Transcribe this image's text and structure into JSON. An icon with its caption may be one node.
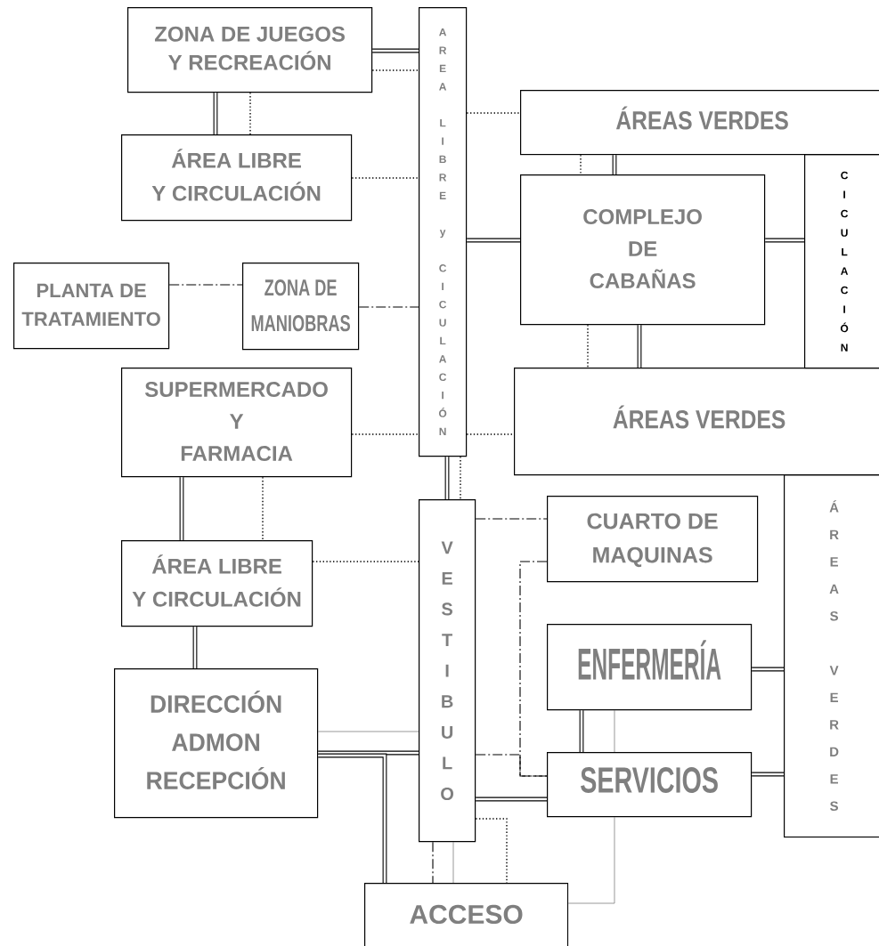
{
  "diagram": {
    "nodes": [
      {
        "text": [
          "ZONA DE JUEGOS Y RECREACIÓN"
        ]
      },
      {
        "text": [
          "ÁREA LIBRE Y CIRCULACIÓN"
        ]
      },
      {
        "text": [
          "AREA LIBRE y CICULACIÓN"
        ]
      },
      {
        "text": [
          "ÁREAS VERDES"
        ]
      },
      {
        "text": [
          "COMPLEJO DE CABAÑAS"
        ]
      },
      {
        "text": [
          "CICULACIÓN"
        ]
      },
      {
        "text": [
          "PLANTA DE TRATAMIENTO"
        ]
      },
      {
        "text": [
          "ZONA DE MANIOBRAS"
        ]
      },
      {
        "text": [
          "SUPERMERCADO Y FARMACIA"
        ]
      },
      {
        "text": [
          "ÁREAS VERDES"
        ]
      },
      {
        "text": [
          "ÁREA LIBRE Y CIRCULACIÓN"
        ]
      },
      {
        "text": [
          "VESTIBULO"
        ]
      },
      {
        "text": [
          "CUARTO DE MAQUINAS"
        ]
      },
      {
        "text": [
          "ÁREAS VERDES"
        ]
      },
      {
        "text": [
          "DIRECCIÓN ADMON RECEPCIÓN"
        ]
      },
      {
        "text": [
          "ENFERMERÍA"
        ]
      },
      {
        "text": [
          "SERVICIOS"
        ]
      },
      {
        "text": [
          "ACCESO"
        ]
      }
    ],
    "edges": [
      {
        "from": 0,
        "to": 2,
        "arrow": "none",
        "style": "thick"
      },
      {
        "from": 0,
        "to": 2,
        "arrow": "none",
        "style": "dashed"
      },
      {
        "from": 0,
        "to": 1,
        "arrow": "none",
        "style": "thick"
      },
      {
        "from": 0,
        "to": 1,
        "arrow": "none",
        "style": "dashed"
      },
      {
        "from": 1,
        "to": 2,
        "arrow": "none",
        "style": "dashed"
      },
      {
        "from": 2,
        "to": 3,
        "arrow": "none",
        "style": "dashed"
      },
      {
        "from": 2,
        "to": 4,
        "arrow": "none",
        "style": "thick"
      },
      {
        "from": 3,
        "to": 4,
        "arrow": "none",
        "style": "dashed"
      },
      {
        "from": 3,
        "to": 4,
        "arrow": "none",
        "style": "thick"
      },
      {
        "from": 4,
        "to": 5,
        "arrow": "none",
        "style": "thick"
      },
      {
        "from": 4,
        "to": 9,
        "arrow": "none",
        "style": "dashed"
      },
      {
        "from": 4,
        "to": 9,
        "arrow": "none",
        "style": "thick"
      },
      {
        "from": 6,
        "to": 7,
        "arrow": "none",
        "style": "dashed"
      },
      {
        "from": 7,
        "to": 2,
        "arrow": "none",
        "style": "dashed"
      },
      {
        "from": 8,
        "to": 2,
        "arrow": "none",
        "style": "dashed"
      },
      {
        "from": 2,
        "to": 9,
        "arrow": "none",
        "style": "dashed"
      },
      {
        "from": 2,
        "to": 11,
        "arrow": "none",
        "style": "thick"
      },
      {
        "from": 2,
        "to": 11,
        "arrow": "none",
        "style": "dashed"
      },
      {
        "from": 8,
        "to": 10,
        "arrow": "none",
        "style": "thick"
      },
      {
        "from": 8,
        "to": 10,
        "arrow": "none",
        "style": "dashed"
      },
      {
        "from": 10,
        "to": 11,
        "arrow": "none",
        "style": "dashed"
      },
      {
        "from": 10,
        "to": 14,
        "arrow": "none",
        "style": "thick"
      },
      {
        "from": 11,
        "to": 12,
        "arrow": "none",
        "style": "dashed"
      },
      {
        "from": 14,
        "to": 11,
        "arrow": "none",
        "color": "#555555"
      },
      {
        "from": 14,
        "to": 11,
        "arrow": "none",
        "style": "thick"
      },
      {
        "from": 14,
        "to": 17,
        "arrow": "none",
        "style": "thick"
      },
      {
        "from": 12,
        "to": 16,
        "arrow": "none",
        "style": "dashed"
      },
      {
        "from": 11,
        "to": 16,
        "arrow": "none",
        "style": "dashed"
      },
      {
        "from": 11,
        "to": 16,
        "arrow": "none",
        "style": "thick"
      },
      {
        "from": 11,
        "to": 17,
        "arrow": "none",
        "style": "dashed"
      },
      {
        "from": 11,
        "to": 17,
        "arrow": "none",
        "style": "dashed"
      },
      {
        "from": 11,
        "to": 17,
        "arrow": "none",
        "color": "#555555"
      },
      {
        "from": 15,
        "to": 16,
        "arrow": "none",
        "style": "thick"
      },
      {
        "from": 15,
        "to": 16,
        "arrow": "none",
        "color": "#555555"
      },
      {
        "from": 15,
        "to": 13,
        "arrow": "none",
        "style": "thick"
      },
      {
        "from": 16,
        "to": 13,
        "arrow": "none",
        "style": "thick"
      },
      {
        "from": 16,
        "to": 17,
        "arrow": "none",
        "color": "#555555"
      }
    ]
  }
}
